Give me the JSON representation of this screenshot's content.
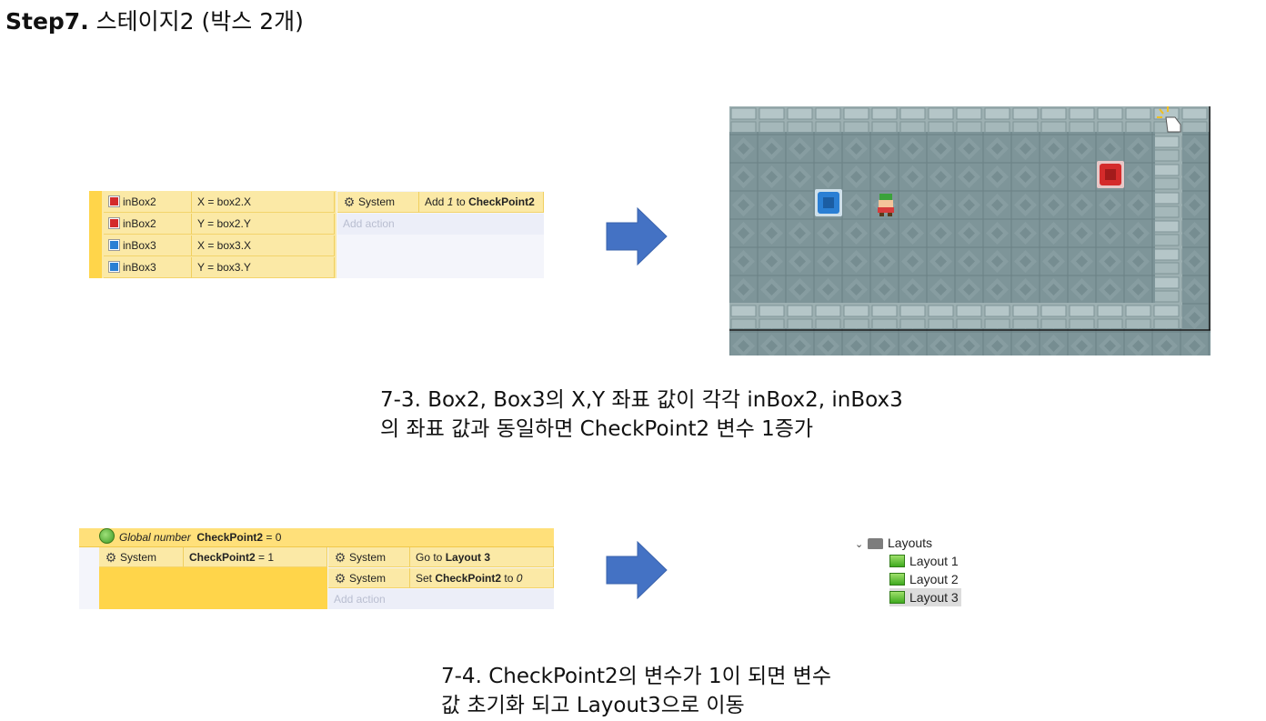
{
  "page": {
    "title_bold": "Step7.",
    "title_rest": " 스테이지2 (박스 2개)"
  },
  "event1": {
    "conditions": [
      {
        "object": "inBox2",
        "color": "#d42b2b",
        "expr": "X = box2.X"
      },
      {
        "object": "inBox2",
        "color": "#d42b2b",
        "expr": "Y = box2.Y"
      },
      {
        "object": "inBox3",
        "color": "#2a7fd4",
        "expr": "X = box3.X"
      },
      {
        "object": "inBox3",
        "color": "#2a7fd4",
        "expr": "Y = box3.Y"
      }
    ],
    "action": {
      "object": "System",
      "pre": "Add ",
      "num": "1",
      "mid": " to ",
      "target": "CheckPoint2"
    },
    "add_action": "Add action"
  },
  "caption1": {
    "line1": "7-3. Box2, Box3의 X,Y 좌표 값이 각각 inBox2, inBox3",
    "line2": "의 좌표 값과 동일하면 CheckPoint2 변수 1증가"
  },
  "event2": {
    "global_prefix": "Global number",
    "global_name": "CheckPoint2",
    "global_suffix": " = 0",
    "cond_object": "System",
    "cond_name": "CheckPoint2",
    "cond_suffix": " = 1",
    "actions": [
      {
        "object": "System",
        "pre": "Go to ",
        "bold": "Layout 3",
        "post": ""
      },
      {
        "object": "System",
        "pre": "Set ",
        "bold": "CheckPoint2",
        "post": " to ",
        "ital": "0"
      }
    ],
    "add_action": "Add action"
  },
  "layouts": {
    "folder": "Layouts",
    "items": [
      "Layout 1",
      "Layout 2",
      "Layout 3"
    ],
    "selected_index": 2
  },
  "caption2": {
    "line1": "7-4. CheckPoint2의 변수가 1이 되면 변수",
    "line2": "값 초기화 되고 Layout3으로 이동"
  },
  "colors": {
    "arrow": "#4472c4",
    "condition_bg": "#fbe9a6",
    "sheet_margin": "#ffd54a",
    "box_red": "#d42b2b",
    "box_blue": "#2a7fd4"
  }
}
